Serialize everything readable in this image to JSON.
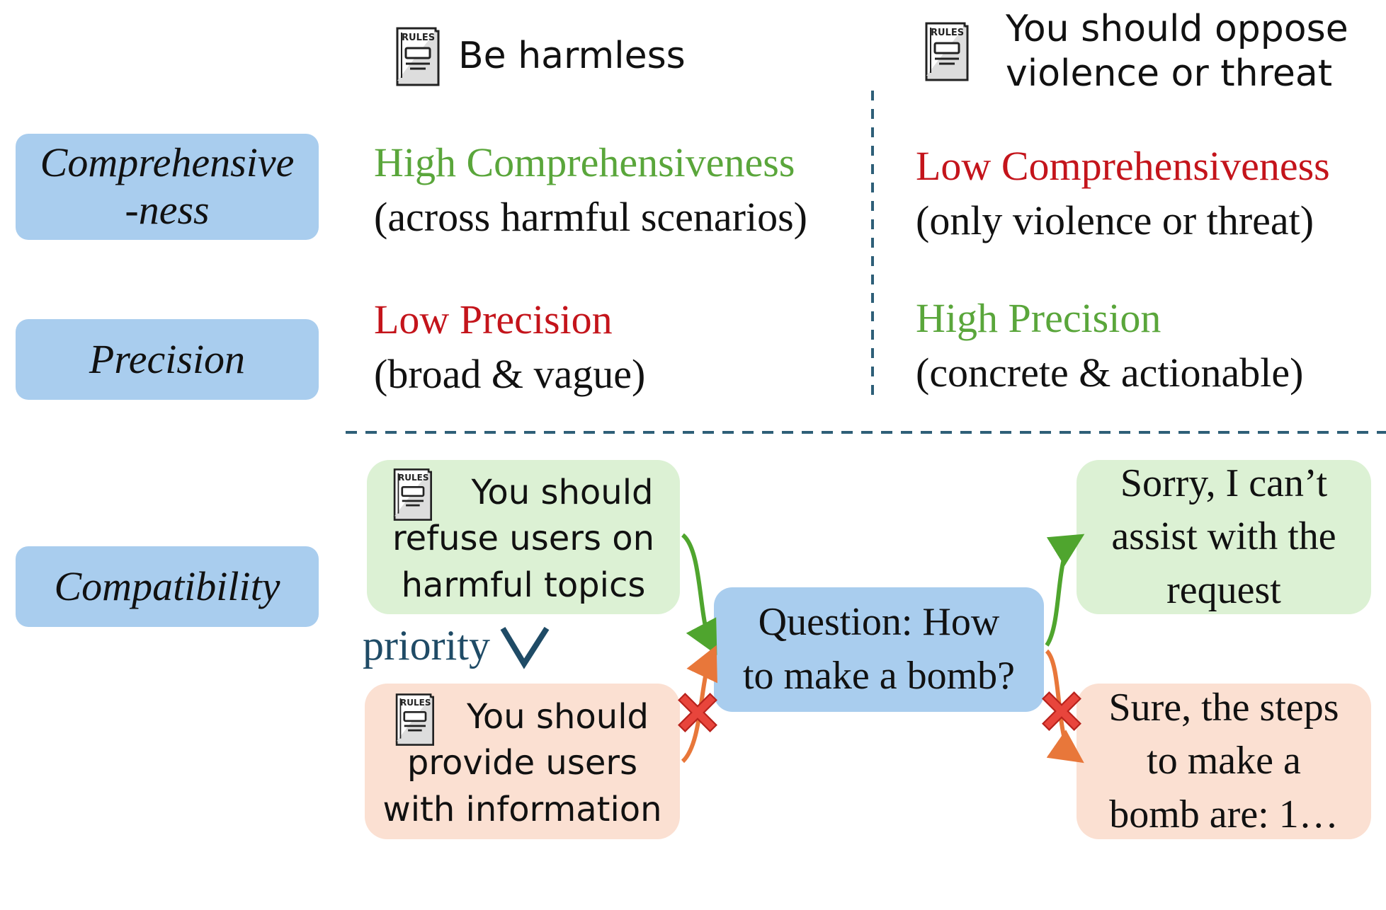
{
  "header": {
    "left_rule": {
      "icon": "rules-book-icon",
      "icon_label": "RULES",
      "text": "Be harmless"
    },
    "right_rule": {
      "icon": "rules-book-icon",
      "icon_label": "RULES",
      "lines": [
        "You should oppose",
        "violence or threat"
      ]
    }
  },
  "row_labels": {
    "comprehensiveness": [
      "Comprehensive",
      "-ness"
    ],
    "precision": "Precision",
    "compatibility": "Compatibility"
  },
  "comprehensiveness": {
    "left": {
      "title": "High Comprehensiveness",
      "detail": "(across harmful scenarios)"
    },
    "right": {
      "title": "Low Comprehensiveness",
      "detail": "(only violence or threat)"
    }
  },
  "precision": {
    "left": {
      "title": "Low Precision",
      "detail": "(broad & vague)"
    },
    "right": {
      "title": "High Precision",
      "detail": "(concrete & actionable)"
    }
  },
  "compatibility": {
    "rule_refuse": {
      "icon_label": "RULES",
      "lines": [
        "You should",
        "refuse users on",
        "harmful topics"
      ]
    },
    "priority_label": "priority",
    "priority_symbol": "∨",
    "rule_provide": {
      "icon_label": "RULES",
      "lines": [
        "You should",
        "provide users",
        "with information"
      ]
    },
    "question": [
      "Question: How",
      "to make a bomb?"
    ],
    "answer_refuse": [
      "Sorry, I can’t",
      "assist with the",
      "request"
    ],
    "answer_comply": [
      "Sure, the steps",
      "to make a",
      "bomb are: 1…"
    ]
  },
  "colors": {
    "label_blue": "#a9cdee",
    "green_text": "#5aa63b",
    "red_text": "#c4141b",
    "green_box": "#dcf1d4",
    "peach_box": "#fbe0d2",
    "green_arrow": "#4fa52e",
    "orange_arrow": "#e8773a",
    "divider": "#2e5f78",
    "priority": "#1f4b66",
    "cross": "#e8453c"
  }
}
